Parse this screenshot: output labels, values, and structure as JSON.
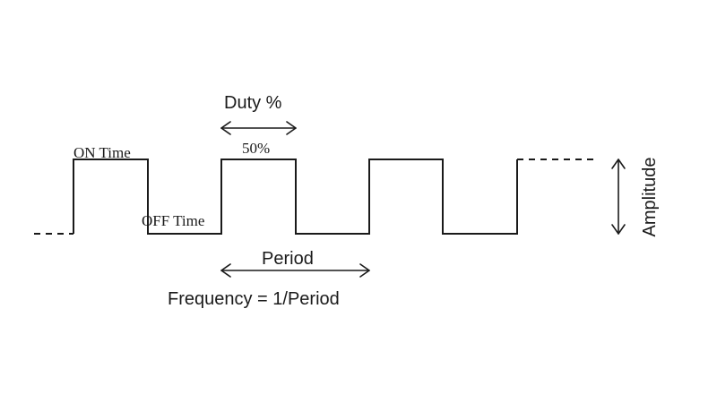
{
  "labels": {
    "on_time": "ON Time",
    "off_time": "OFF Time",
    "duty": "Duty %",
    "duty_value": "50%",
    "period": "Period",
    "frequency": "Frequency = 1/Period",
    "amplitude": "Amplitude"
  },
  "waveform": {
    "type": "square",
    "duty_cycle_percent": 50
  },
  "colors": {
    "line": "#1a1a1a",
    "background": "#ffffff"
  }
}
